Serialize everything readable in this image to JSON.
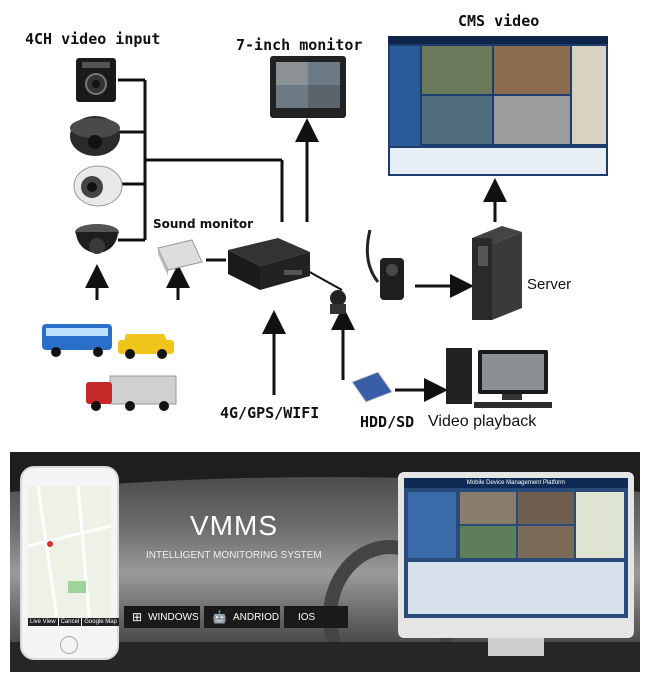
{
  "labels": {
    "video_input": "4CH video input",
    "monitor": "7-inch monitor",
    "cms_video": "CMS video",
    "sound_monitor": "Sound monitor",
    "server": "Server",
    "network": "4G/GPS/WIFI",
    "storage": "HDD/SD",
    "playback": "Video playback"
  },
  "banner": {
    "title": "VMMS",
    "subtitle": "INTELLIGENT MONITORING SYSTEM",
    "os_buttons": [
      "WINDOWS",
      "ANDRIOD",
      "IOS"
    ],
    "phone_buttons": [
      "Live View",
      "Cancel",
      "Google Map"
    ],
    "monitor_header": "Mobile Device Management Platform"
  },
  "colors": {
    "arrow": "#111111",
    "bus": "#2a6fc9",
    "taxi": "#f0c419",
    "truck": "#c62828",
    "cms_screen": "#1c3d6e"
  },
  "icons": [
    "camera-icon",
    "dome-camera-icon",
    "bullet-camera-icon",
    "bus-icon",
    "taxi-icon",
    "truck-icon",
    "server-icon",
    "dvr-icon",
    "body-camera-icon",
    "windows-icon",
    "android-icon",
    "apple-icon"
  ]
}
